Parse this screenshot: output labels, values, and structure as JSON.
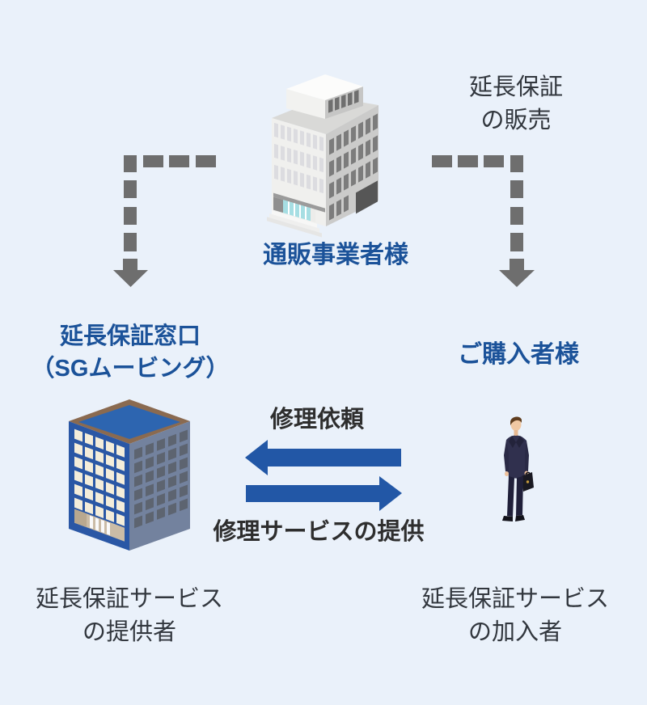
{
  "colors": {
    "background": "#eaf1fa",
    "accent_blue_text": "#1b5299",
    "arrow_blue": "#2257a6",
    "dashed_arrow_gray": "#6e6e6e",
    "caption_dark": "#32373e"
  },
  "top_entity": {
    "label": "通販事業者様",
    "icon": "office-building-gray-icon"
  },
  "sale_caption": {
    "line1": "延長保証",
    "line2": "の販売"
  },
  "left_entity": {
    "title_line1": "延長保証窓口",
    "title_line2": "（SGムービング）",
    "icon": "office-building-blue-icon",
    "caption_line1": "延長保証サービス",
    "caption_line2": "の提供者"
  },
  "right_entity": {
    "title": "ご購入者様",
    "icon": "businessman-icon",
    "caption_line1": "延長保証サービス",
    "caption_line2": "の加入者"
  },
  "flows": {
    "repair_request_label": "修理依頼",
    "repair_service_label": "修理サービスの提供"
  }
}
